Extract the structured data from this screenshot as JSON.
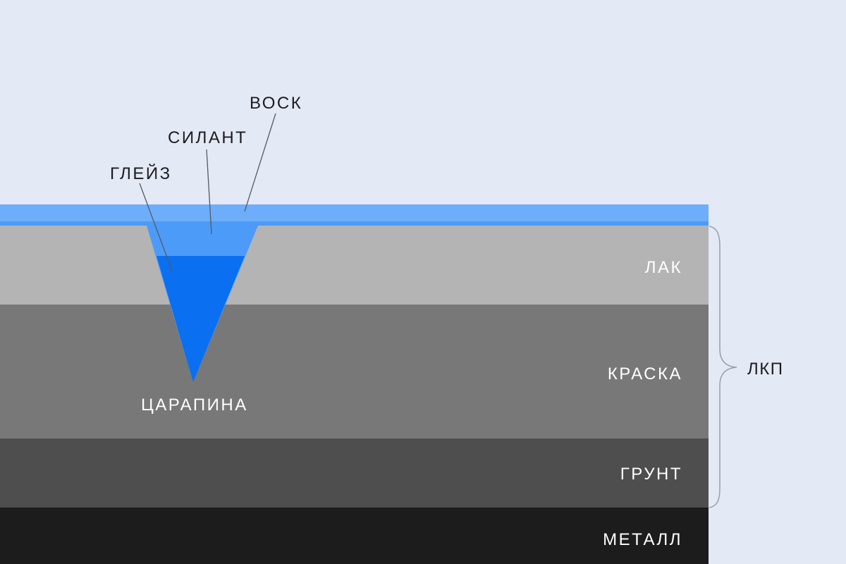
{
  "colors": {
    "background": "#e3e9f5",
    "wax": "#6eadf9",
    "sealant": "#4c9bf8",
    "glaze": "#0a6ff0",
    "lacquer": "#b4b4b4",
    "paint": "#787878",
    "primer": "#4e4e4e",
    "metal": "#1c1c1c",
    "brace": "#9aa0aa",
    "leader": "#555b66"
  },
  "callouts": {
    "wax": "ВОСК",
    "sealant": "СИЛАНТ",
    "glaze": "ГЛЕЙЗ"
  },
  "layers": [
    {
      "id": "lacquer",
      "label": "ЛАК"
    },
    {
      "id": "paint",
      "label": "КРАСКА"
    },
    {
      "id": "primer",
      "label": "ГРУНТ"
    },
    {
      "id": "metal",
      "label": "МЕТАЛЛ"
    }
  ],
  "scratch_label": "ЦАРАПИНА",
  "group": {
    "label": "ЛКП",
    "spans": [
      "ЛАК",
      "КРАСКА",
      "ГРУНТ"
    ]
  }
}
